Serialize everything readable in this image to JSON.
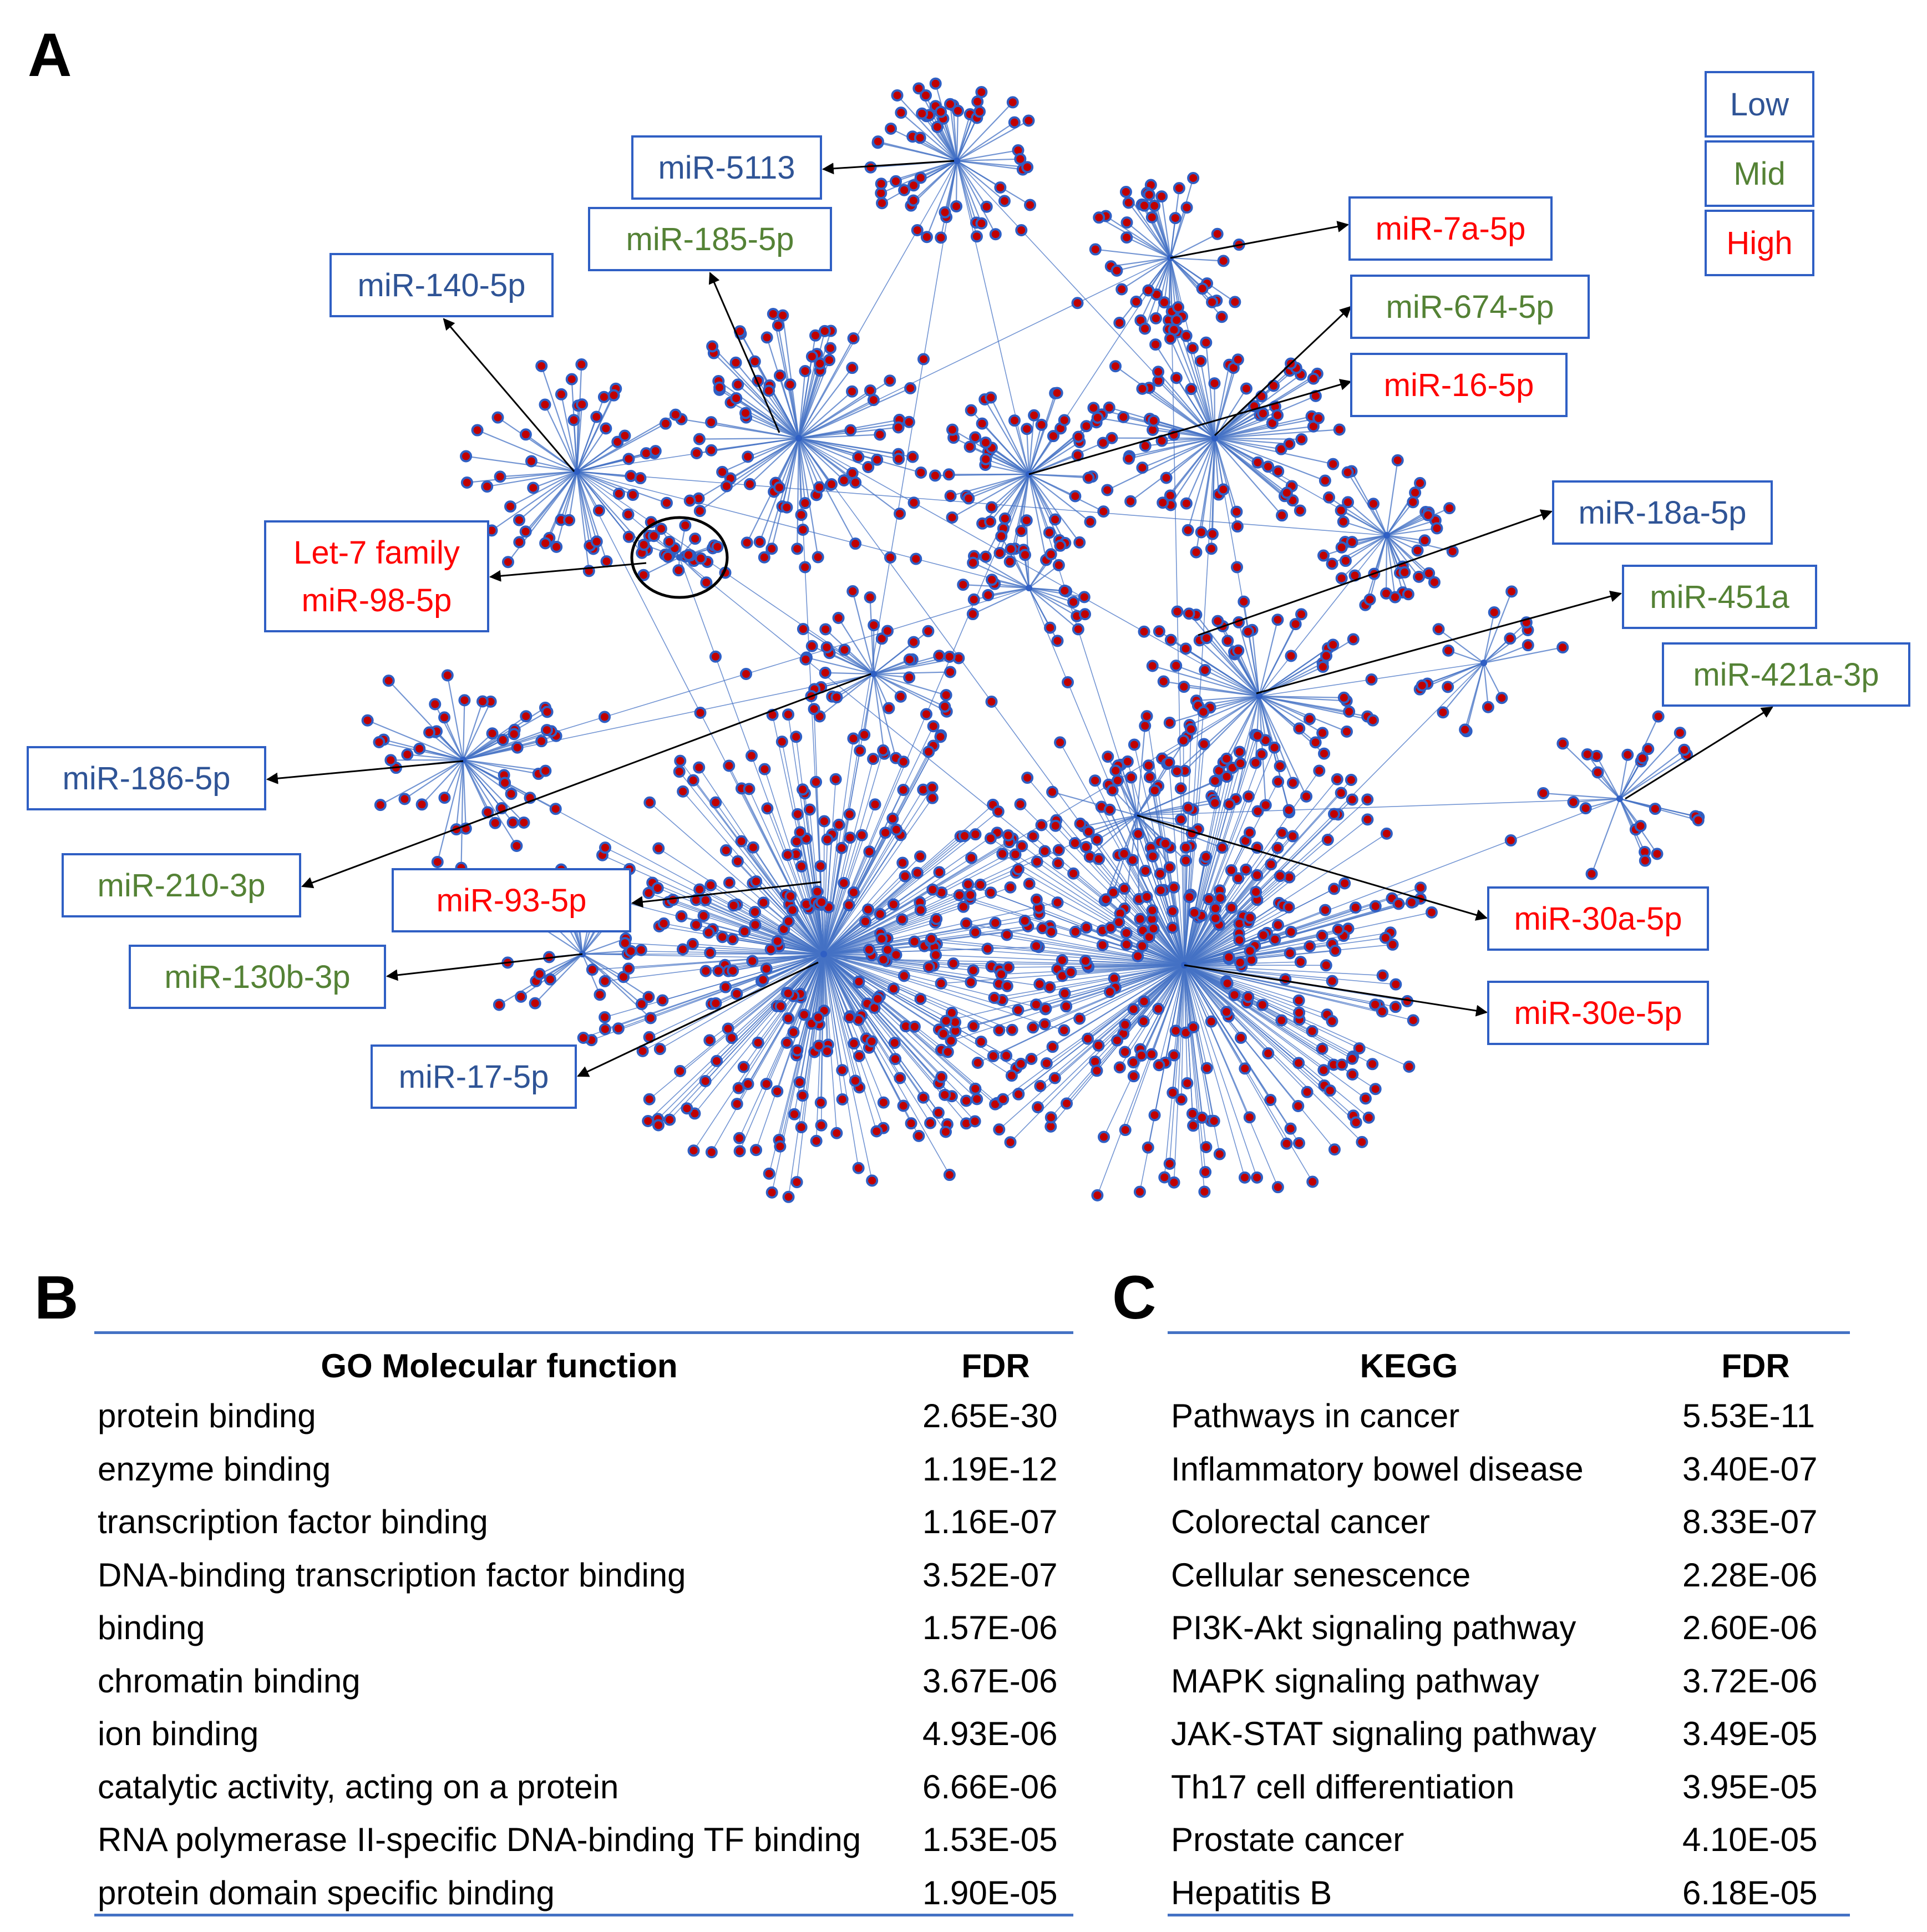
{
  "panels": {
    "a": "A",
    "b": "B",
    "c": "C"
  },
  "colors": {
    "low": "#2f5496",
    "mid": "#548235",
    "high": "#ff0000",
    "edge": "#4472c4",
    "node_fill": "#c00000",
    "node_ring": "#2f5fc4",
    "box_border": "#2f5fc4",
    "table_rule": "#4472c4"
  },
  "legend": [
    {
      "text": "Low",
      "level": "low"
    },
    {
      "text": "Mid",
      "level": "mid"
    },
    {
      "text": "High",
      "level": "high"
    }
  ],
  "mirna_labels": [
    {
      "id": "mir5113",
      "lines": [
        "miR-5113"
      ],
      "level": "low"
    },
    {
      "id": "mir185",
      "lines": [
        "miR-185-5p"
      ],
      "level": "mid"
    },
    {
      "id": "mir140",
      "lines": [
        "miR-140-5p"
      ],
      "level": "low"
    },
    {
      "id": "mir7a",
      "lines": [
        "miR-7a-5p"
      ],
      "level": "high"
    },
    {
      "id": "mir674",
      "lines": [
        "miR-674-5p"
      ],
      "level": "mid"
    },
    {
      "id": "mir16",
      "lines": [
        "miR-16-5p"
      ],
      "level": "high"
    },
    {
      "id": "mir18a",
      "lines": [
        "miR-18a-5p"
      ],
      "level": "low"
    },
    {
      "id": "let7",
      "lines": [
        "Let-7 family",
        "miR-98-5p"
      ],
      "level": "high"
    },
    {
      "id": "mir451a",
      "lines": [
        "miR-451a"
      ],
      "level": "mid"
    },
    {
      "id": "mir421a",
      "lines": [
        "miR-421a-3p"
      ],
      "level": "mid"
    },
    {
      "id": "mir186",
      "lines": [
        "miR-186-5p"
      ],
      "level": "low"
    },
    {
      "id": "mir210",
      "lines": [
        "miR-210-3p"
      ],
      "level": "mid"
    },
    {
      "id": "mir93",
      "lines": [
        "miR-93-5p"
      ],
      "level": "high"
    },
    {
      "id": "mir30a",
      "lines": [
        "miR-30a-5p"
      ],
      "level": "high"
    },
    {
      "id": "mir130b",
      "lines": [
        "miR-130b-3p"
      ],
      "level": "mid"
    },
    {
      "id": "mir30e",
      "lines": [
        "miR-30e-5p"
      ],
      "level": "high"
    },
    {
      "id": "mir17",
      "lines": [
        "miR-17-5p"
      ],
      "level": "low"
    }
  ],
  "go_table": {
    "header_term": "GO Molecular function",
    "header_fdr": "FDR",
    "rows": [
      {
        "term": "protein binding",
        "fdr": "2.65E-30"
      },
      {
        "term": "enzyme binding",
        "fdr": "1.19E-12"
      },
      {
        "term": "transcription factor binding",
        "fdr": "1.16E-07"
      },
      {
        "term": "DNA-binding transcription factor binding",
        "fdr": "3.52E-07"
      },
      {
        "term": "binding",
        "fdr": "1.57E-06"
      },
      {
        "term": "chromatin binding",
        "fdr": "3.67E-06"
      },
      {
        "term": "ion binding",
        "fdr": "4.93E-06"
      },
      {
        "term": "catalytic activity, acting on a protein",
        "fdr": "6.66E-06"
      },
      {
        "term": "RNA polymerase II-specific DNA-binding TF binding",
        "fdr": "1.53E-05"
      },
      {
        "term": "protein domain specific binding",
        "fdr": "1.90E-05"
      }
    ]
  },
  "kegg_table": {
    "header_term": "KEGG",
    "header_fdr": "FDR",
    "rows": [
      {
        "term": "Pathways in cancer",
        "fdr": "5.53E-11"
      },
      {
        "term": "Inflammatory bowel disease",
        "fdr": "3.40E-07"
      },
      {
        "term": "Colorectal cancer",
        "fdr": "8.33E-07"
      },
      {
        "term": "Cellular senescence",
        "fdr": "2.28E-06"
      },
      {
        "term": "PI3K-Akt signaling pathway",
        "fdr": "2.60E-06"
      },
      {
        "term": "MAPK signaling pathway",
        "fdr": "3.72E-06"
      },
      {
        "term": "JAK-STAT signaling pathway",
        "fdr": "3.49E-05"
      },
      {
        "term": "Th17 cell differentiation",
        "fdr": "3.95E-05"
      },
      {
        "term": "Prostate cancer",
        "fdr": "4.10E-05"
      },
      {
        "term": "Hepatitis B",
        "fdr": "6.18E-05"
      }
    ]
  }
}
